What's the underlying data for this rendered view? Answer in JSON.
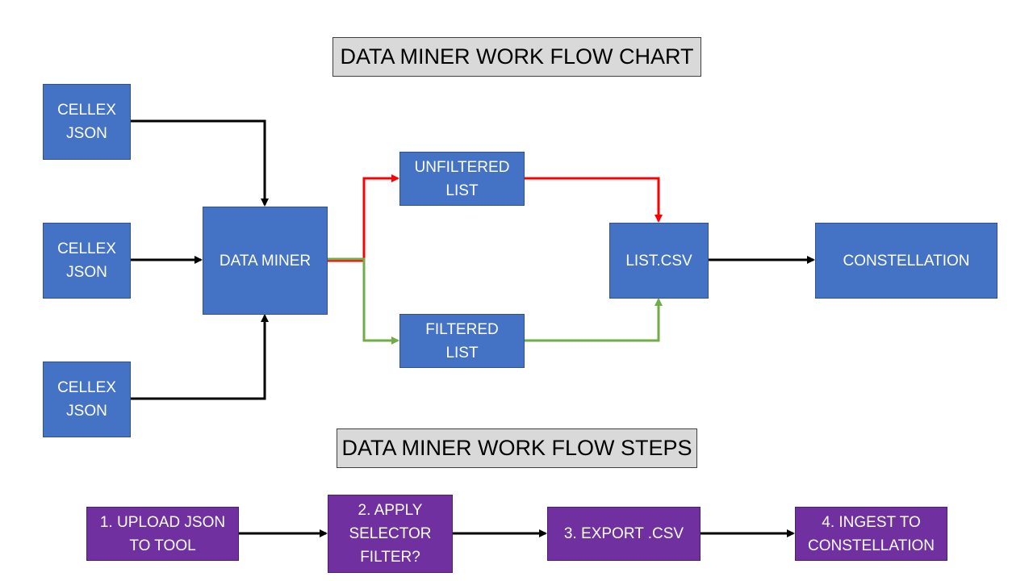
{
  "chart_title": "DATA MINER WORK FLOW CHART",
  "steps_title": "DATA MINER WORK FLOW STEPS",
  "nodes": {
    "cellex1": "CELLEX\nJSON",
    "cellex2": "CELLEX\nJSON",
    "cellex3": "CELLEX\nJSON",
    "data_miner": "DATA MINER",
    "unfiltered": "UNFILTERED\nLIST",
    "filtered": "FILTERED\nLIST",
    "list_csv": "LIST.CSV",
    "constellation": "CONSTELLATION"
  },
  "steps": [
    "1. UPLOAD JSON\nTO TOOL",
    "2. APPLY\nSELECTOR\nFILTER?",
    "3. EXPORT .CSV",
    "4. INGEST TO\nCONSTELLATION"
  ],
  "colors": {
    "node_blue": "#4472c4",
    "step_purple": "#7030a0",
    "edge_default": "#000000",
    "edge_unfiltered": "#ff0000",
    "edge_filtered": "#70ad47",
    "title_bg": "#d9d9d9"
  }
}
